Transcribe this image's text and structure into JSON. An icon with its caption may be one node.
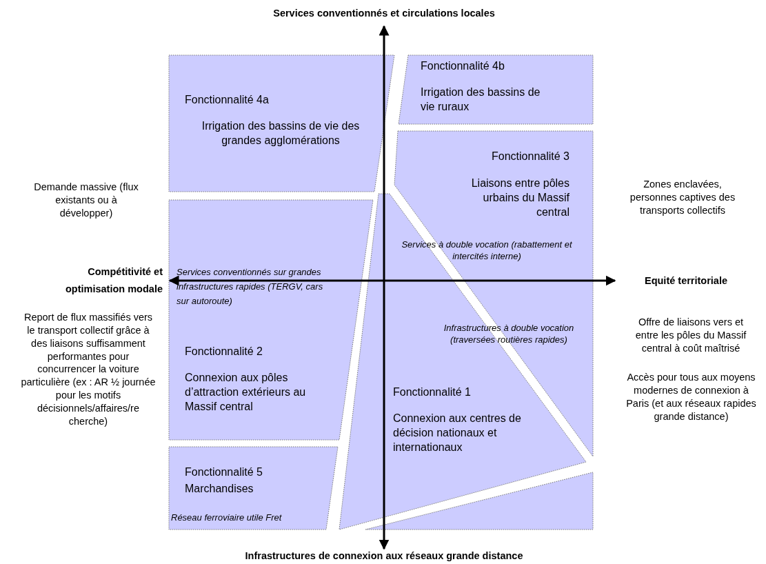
{
  "diagram": {
    "nodes": [
      {
        "text": [
          "Fonctionnalité 4a",
          "Irrigation des bassins de vie des grandes agglomérations"
        ]
      },
      {
        "text": [
          "Fonctionnalité 4b",
          "Irrigation des bassins de vie ruraux"
        ]
      },
      {
        "text": [
          "Fonctionnalité 3",
          "Liaisons entre pôles urbains du Massif central",
          "Services à double vocation (rabattement et intercités interne)",
          "Infrastructures à double vocation (traversées routières rapides)"
        ]
      },
      {
        "text": [
          "Services conventionnés sur grandes infrastructures rapides (TERGV, cars sur autoroute)",
          "Fonctionnalité 2",
          "Connexion aux pôles d’attraction extérieurs au Massif central"
        ]
      },
      {
        "text": [
          "Fonctionnalité 1",
          "Connexion aux centres de décision nationaux et internationaux"
        ]
      },
      {
        "text": [
          "Fonctionnalité 5",
          "Marchandises",
          "Réseau ferroviaire utile Fret"
        ]
      },
      {
        "text": [],
        "shape": "box"
      }
    ],
    "labels": [
      "Services conventionnés et circulations locales",
      "Zones enclavées, personnes captives des transports collectifs",
      "Demande massive (flux existants ou à développer)",
      "Compétitivité et optimisation modale",
      "Equité territoriale",
      "Report de flux massifiés vers le transport collectif grâce à des liaisons suffisamment performantes pour concurrencer la voiture particulière (ex : AR ½ journée pour les motifs décisionnels/affaires/re cherche)",
      "Offre de liaisons vers et entre les pôles du Massif central à coût maîtrisé",
      "Accès pour tous aux moyens modernes de connexion à Paris (et aux réseaux rapides grande distance)",
      "Infrastructures de connexion aux réseaux grande distance"
    ]
  }
}
